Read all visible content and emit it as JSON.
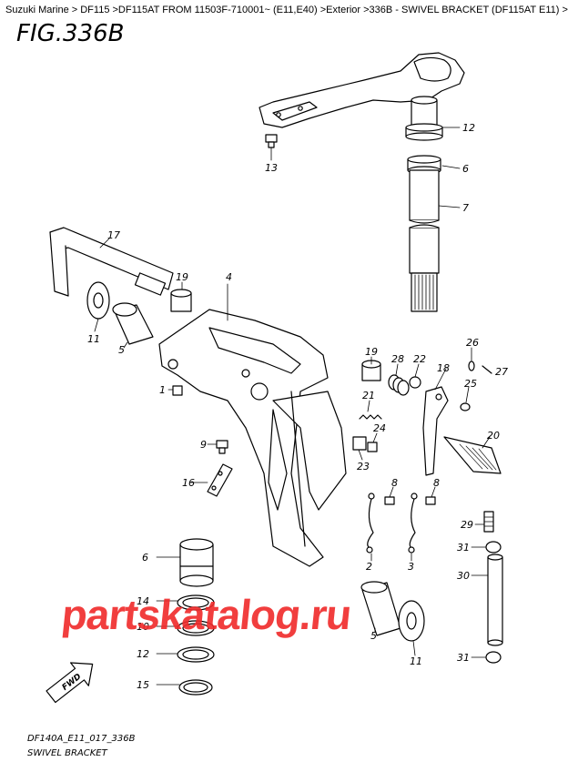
{
  "breadcrumb": "Suzuki Marine > DF115 >DF115AT FROM 11503F-710001~ (E11,E40) >Exterior >336B - SWIVEL BRACKET (DF115AT E11) >",
  "figure_title": "FIG.336B",
  "footer": {
    "code": "DF140A_E11_017_336B",
    "name": "SWIVEL BRACKET"
  },
  "watermark": "partskatalog.ru",
  "fwd_label": "FWD",
  "callouts": [
    "12",
    "6",
    "7",
    "13",
    "17",
    "19",
    "4",
    "11",
    "5",
    "1",
    "9",
    "16",
    "19",
    "28",
    "22",
    "26",
    "27",
    "18",
    "21",
    "25",
    "24",
    "23",
    "20",
    "8",
    "8",
    "2",
    "3",
    "29",
    "31",
    "30",
    "31",
    "6",
    "14",
    "10",
    "12",
    "15",
    "5",
    "11"
  ]
}
